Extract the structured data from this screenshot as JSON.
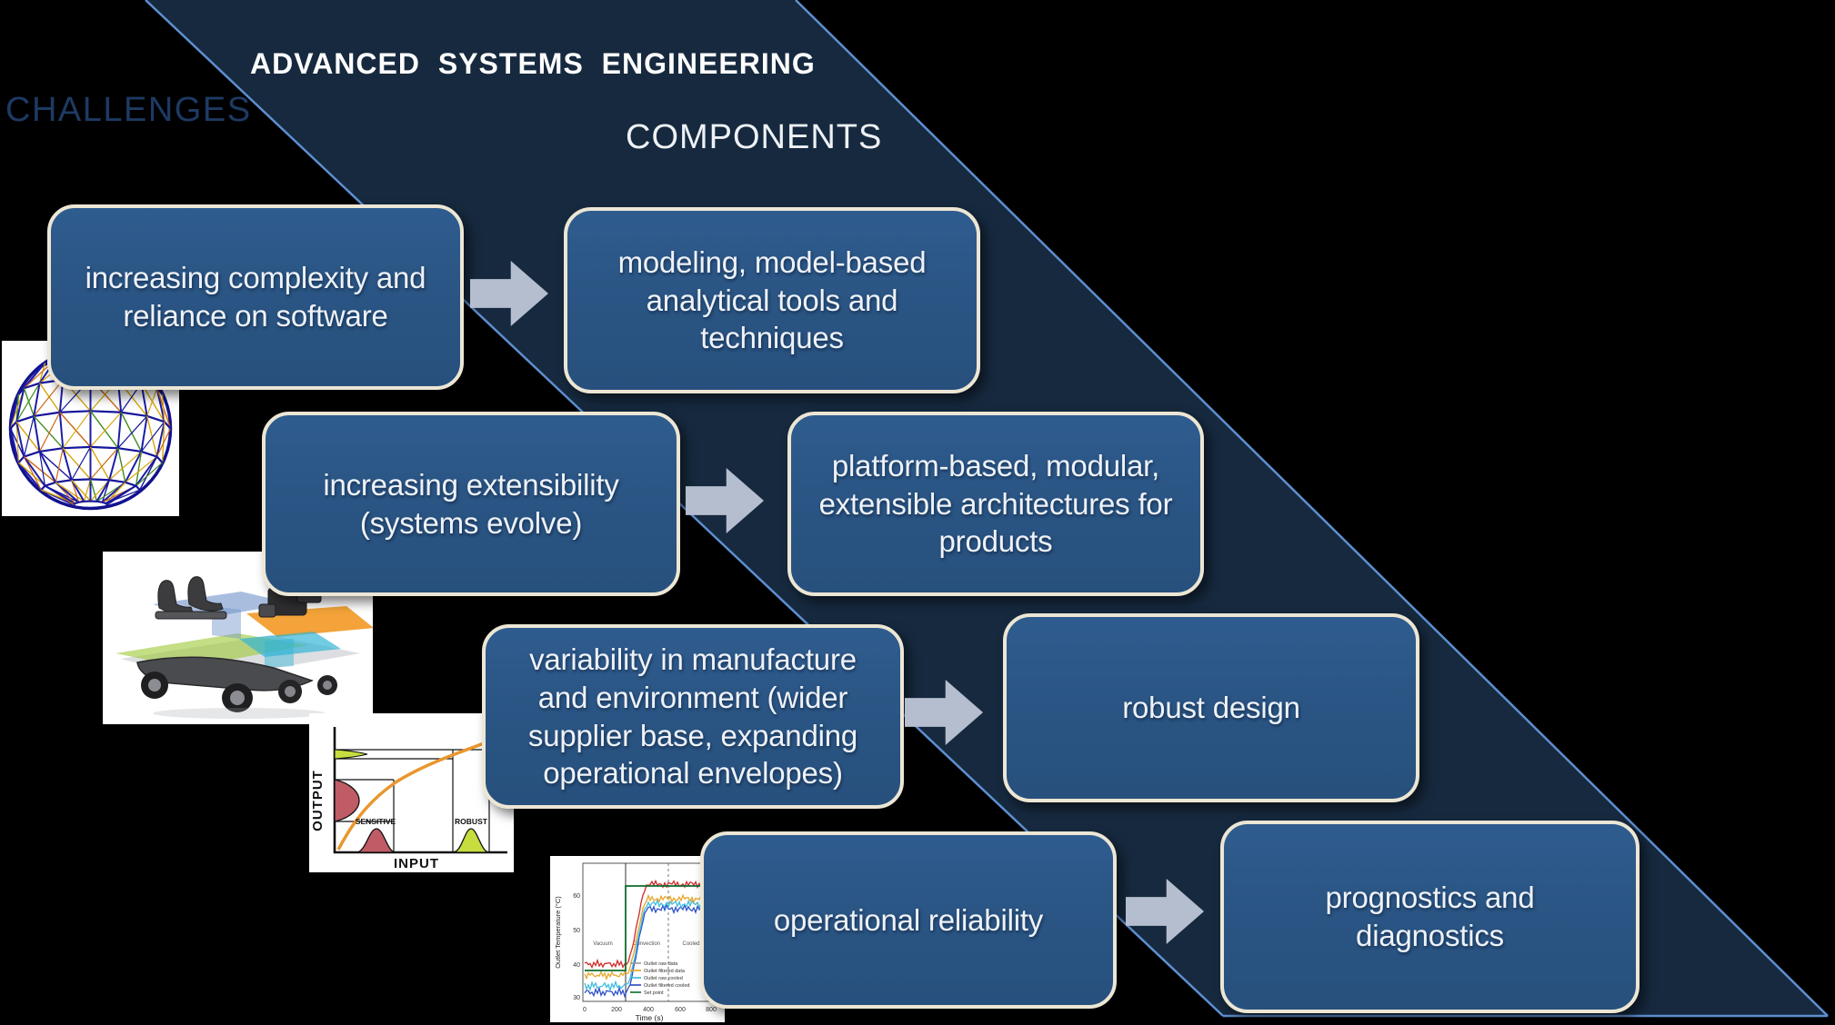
{
  "header": {
    "challenges_label": "CHALLENGES",
    "title": "ADVANCED SYSTEMS ENGINEERING",
    "components_label": "COMPONENTS"
  },
  "rows": [
    {
      "challenge": "increasing complexity and\nreliance on software",
      "component": "modeling, model-based\nanalytical tools and\ntechniques"
    },
    {
      "challenge": "increasing extensibility\n(systems evolve)",
      "component": "platform-based, modular,\nextensible architectures for\nproducts"
    },
    {
      "challenge": "variability in manufacture\nand environment (wider\nsupplier base, expanding\noperational envelopes)",
      "component": "robust design"
    },
    {
      "challenge": "operational reliability",
      "component": "prognostics and\ndiagnostics"
    }
  ],
  "figures": {
    "sphere": {
      "name": "wireframe geodesic sphere network"
    },
    "car": {
      "name": "exploded vehicle platform with layered subsystem planes"
    },
    "robust": {
      "type": "line-sketch",
      "ylabel": "OUTPUT",
      "xlabel": "INPUT",
      "label_sensitive": "SENSITIVE",
      "label_robust": "ROBUST"
    },
    "reliability": {
      "type": "line",
      "ylabel": "Outlet Temperature (°C)",
      "xlabel": "Time (s)",
      "x_ticks": [
        "0",
        "200",
        "400",
        "600",
        "800"
      ],
      "y_ticks": [
        "60",
        "50",
        "40",
        "30"
      ],
      "region_labels": [
        "Vacuum",
        "Convection",
        "Cooled"
      ],
      "legend": [
        "Outlet raw data",
        "Outlet filtered data",
        "Outlet raw cooled",
        "Outlet filtered cooled",
        "Set point"
      ]
    }
  },
  "colors": {
    "background": "#000000",
    "band_fill": "#16293e",
    "band_border": "#5e8fd0",
    "box_fill": "#2a5584",
    "box_border": "#ece6d4",
    "box_text": "#eef2f8",
    "arrow": "#b5becf",
    "challenges_text": "#1d3a63",
    "title_text": "#fdfdfd",
    "curve_orange": "#e8972e",
    "dist_red": "#c05c66",
    "dist_green": "#c6dc3f",
    "series_red": "#cf1f1f",
    "series_orange": "#e7a11f",
    "series_cyan": "#35b8da",
    "series_blue": "#2347c5",
    "series_green": "#0c6b2d"
  }
}
